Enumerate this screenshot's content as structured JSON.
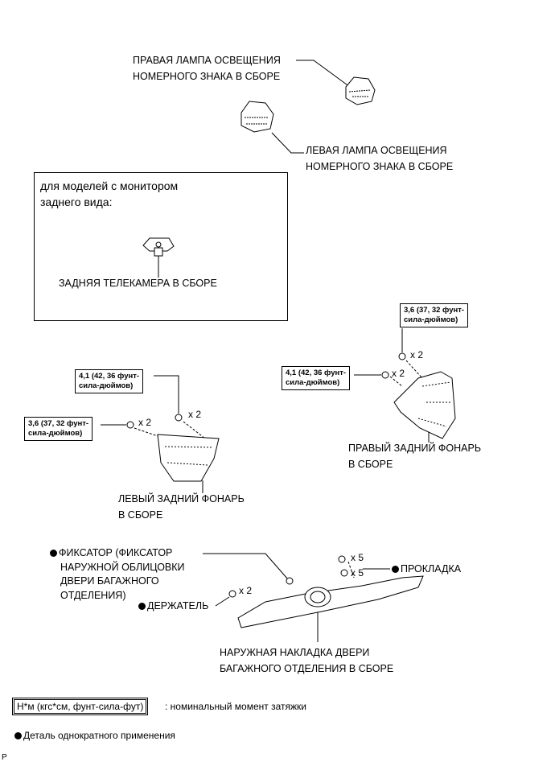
{
  "labels": {
    "right_license_lamp": [
      "ПРАВАЯ ЛАМПА ОСВЕЩЕНИЯ",
      "НОМЕРНОГО ЗНАКА В СБОРЕ"
    ],
    "left_license_lamp": [
      "ЛЕВАЯ ЛАМПА ОСВЕЩЕНИЯ",
      "НОМЕРНОГО ЗНАКА В СБОРЕ"
    ],
    "camera_box_title": [
      "для моделей с монитором",
      "заднего вида:"
    ],
    "rear_camera": "ЗАДНЯЯ ТЕЛЕКАМЕРА В СБОРЕ",
    "right_tail_lamp": [
      "ПРАВЫЙ ЗАДНИЙ ФОНАРЬ",
      "В СБОРЕ"
    ],
    "left_tail_lamp": [
      "ЛЕВЫЙ ЗАДНИЙ ФОНАРЬ",
      "В СБОРЕ"
    ],
    "clip": [
      "ФИКСАТОР (ФИКСАТОР",
      "НАРУЖНОЙ ОБЛИЦОВКИ",
      "ДВЕРИ БАГАЖНОГО",
      "ОТДЕЛЕНИЯ)"
    ],
    "holder": "ДЕРЖАТЕЛЬ",
    "gasket": "ПРОКЛАДКА",
    "garnish": [
      "НАРУЖНАЯ НАКЛАДКА ДВЕРИ",
      "БАГАЖНОГО ОТДЕЛЕНИЯ В СБОРЕ"
    ]
  },
  "torques": {
    "t36": [
      "3,6 (37, 32 фунт-",
      "сила-дюймов)"
    ],
    "t41": [
      "4,1 (42, 36 фунт-",
      "сила-дюймов)"
    ]
  },
  "quantities": {
    "x2": "x 2",
    "x5": "x 5"
  },
  "legend": {
    "torque_box": "Н*м (кгс*см, фунт-сила-фут)",
    "torque_desc": ": номинальный момент затяжки",
    "non_reusable": "Деталь однократного применения"
  },
  "corner_mark": "P"
}
